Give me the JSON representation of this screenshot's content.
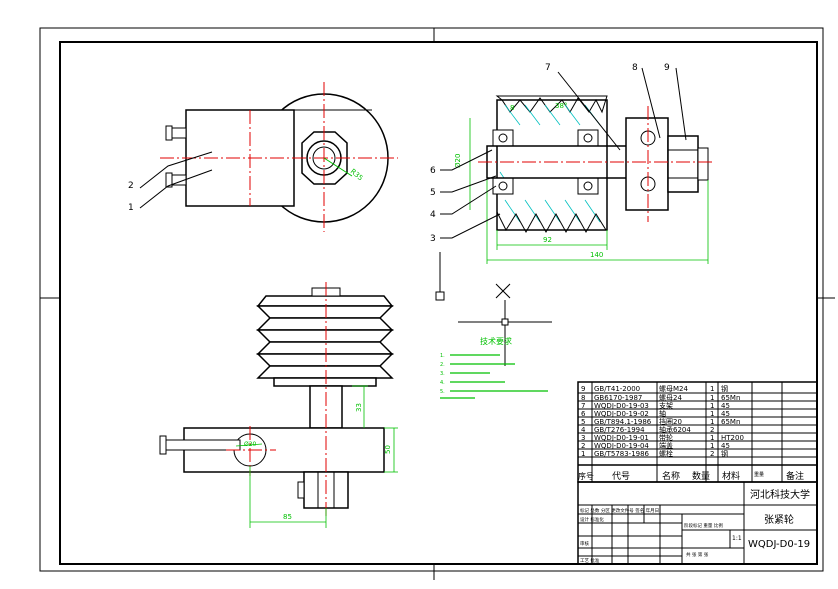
{
  "drawing": {
    "school": "河北科技大学",
    "part_name": "张紧轮",
    "drawing_number": "WQDJ-D0-19",
    "scale": "1:1",
    "notes_title": "技术要求",
    "notes": [
      "1.",
      "2.",
      "3.",
      "4.",
      "5."
    ]
  },
  "balloons": [
    "1",
    "2",
    "3",
    "4",
    "5",
    "6",
    "7",
    "8",
    "9"
  ],
  "dimensions": {
    "top_right_width": "92",
    "top_right_total": "140",
    "bottom_left_width": "85",
    "bottom_right_height": "50",
    "bottom_mid_height": "33",
    "circle_label": "R35",
    "pitch": "8",
    "small_angle": "38°",
    "bore": "Ø20"
  },
  "bom": {
    "headers": [
      "序号",
      "代号",
      "名称",
      "数量",
      "材料",
      "重量",
      "备注"
    ],
    "rows": [
      {
        "no": "9",
        "code": "GB/T41-2000",
        "name": "螺母M24",
        "qty": "1",
        "mat": "钢"
      },
      {
        "no": "8",
        "code": "GB6170-1987",
        "name": "螺母24",
        "qty": "1",
        "mat": "65Mn"
      },
      {
        "no": "7",
        "code": "WQDJ-D0-19-03",
        "name": "支架",
        "qty": "1",
        "mat": "45"
      },
      {
        "no": "6",
        "code": "WQDJ-D0-19-02",
        "name": "轴",
        "qty": "1",
        "mat": "45"
      },
      {
        "no": "5",
        "code": "GB/T894.1-1986",
        "name": "挡圈20",
        "qty": "1",
        "mat": "65Mn"
      },
      {
        "no": "4",
        "code": "GB/T276-1994",
        "name": "轴承6204",
        "qty": "2",
        "mat": ""
      },
      {
        "no": "3",
        "code": "WQDJ-D0-19-01",
        "name": "带轮",
        "qty": "1",
        "mat": "HT200"
      },
      {
        "no": "2",
        "code": "WQDJ-D0-19-04",
        "name": "端盖",
        "qty": "1",
        "mat": "45"
      },
      {
        "no": "1",
        "code": "GB/T5783-1986",
        "name": "螺栓",
        "qty": "2",
        "mat": "钢"
      }
    ]
  },
  "title_block": {
    "r1": "标记 处数 分区 更改文件号 签名 年月日",
    "r2": "设计 标准化",
    "r3": "审核",
    "r4": "工艺 批准",
    "stage": "阶段标记 重量 比例",
    "sheet": "共 张 第 张"
  }
}
